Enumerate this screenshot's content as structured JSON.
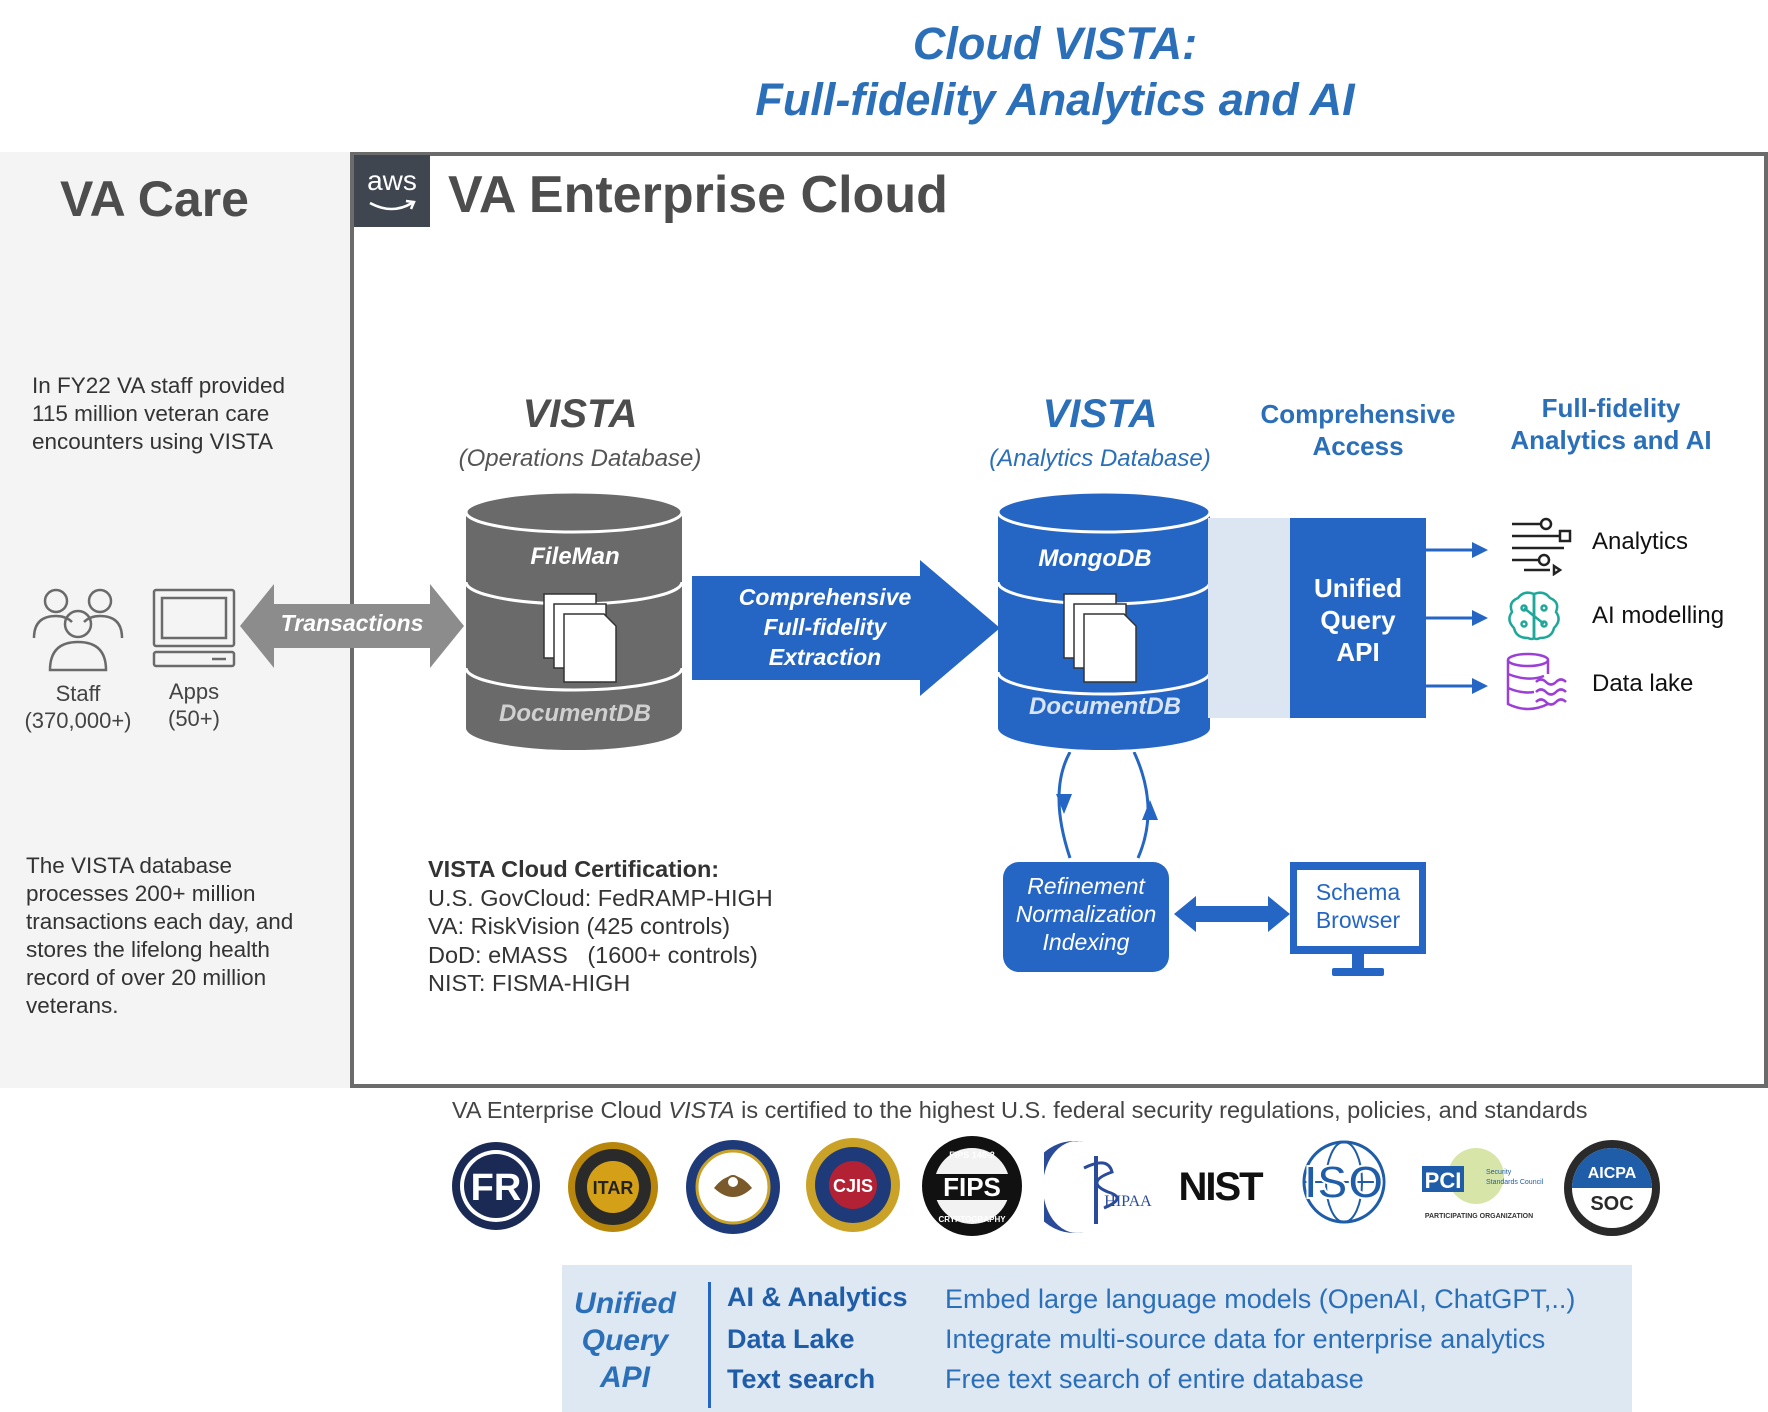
{
  "title": {
    "line1": "Cloud VISTA:",
    "line2": "Full-fidelity Analytics and AI"
  },
  "va_care": {
    "title": "VA Care",
    "stat_text": [
      "In FY22 VA staff provided",
      "115 million veteran care",
      "encounters using VISTA"
    ],
    "staff_label": "Staff",
    "staff_count": "(370,000+)",
    "apps_label": "Apps",
    "apps_count": "(50+)",
    "db_text": [
      "The VISTA database",
      "processes 200+ million",
      "transactions each day, and",
      "stores the lifelong health",
      "record of over 20 million",
      "veterans."
    ]
  },
  "cloud": {
    "badge": "aws",
    "title": "VA Enterprise Cloud"
  },
  "transactions_label": "Transactions",
  "ops_db": {
    "title": "VISTA",
    "subtitle": "(Operations Database)",
    "top_label": "FileMan",
    "bottom_label": "DocumentDB"
  },
  "extraction": [
    "Comprehensive",
    "Full-fidelity",
    "Extraction"
  ],
  "analytics_db": {
    "title": "VISTA",
    "subtitle": "(Analytics Database)",
    "top_label": "MongoDB",
    "bottom_label": "DocumentDB"
  },
  "access_heading": [
    "Comprehensive",
    "Access"
  ],
  "fidelity_heading": [
    "Full-fidelity",
    "Analytics and AI"
  ],
  "uq_api": [
    "Unified",
    "Query",
    "API"
  ],
  "outputs": [
    "Analytics",
    "AI modelling",
    "Data lake"
  ],
  "refinement": [
    "Refinement",
    "Normalization",
    "Indexing"
  ],
  "schema_browser": [
    "Schema",
    "Browser"
  ],
  "certification": {
    "title": "VISTA Cloud Certification:",
    "lines": [
      "U.S. GovCloud: FedRAMP-HIGH",
      "VA: RiskVision (425 controls)",
      "DoD: eMASS   (1600+ controls)",
      "NIST: FISMA-HIGH"
    ]
  },
  "cert_note": {
    "before": "VA Enterprise Cloud ",
    "italic": "VISTA",
    "after": " is certified to the highest U.S. federal security regulations, policies, and standards"
  },
  "logos": {
    "fr": "FR",
    "itar": "ITAR",
    "cjis": "CJIS",
    "fips": "FIPS",
    "fips_top": "FIPS 140-2",
    "fips_bottom": "CRYPTOGRAPHY",
    "hipaa": "HIPAA",
    "nist": "NIST",
    "iso": "ISO",
    "pci": "PCI",
    "pci_sub1": "Security",
    "pci_sub2": "Standards Council",
    "pci_bottom": "PARTICIPATING ORGANIZATION",
    "aicpa": "AICPA",
    "soc": "SOC"
  },
  "api_table": {
    "left": [
      "Unified",
      "Query",
      "API"
    ],
    "rows": [
      {
        "key": "AI & Analytics",
        "value": "Embed large language models (OpenAI, ChatGPT,..)"
      },
      {
        "key": "Data Lake",
        "value": "Integrate multi-source data for enterprise analytics"
      },
      {
        "key": "Text search",
        "value": "Free text search of entire database"
      }
    ]
  },
  "colors": {
    "title_blue": "#2a6fb8",
    "box_blue": "#2566c4",
    "db_gray": "#6a6a6a",
    "light_band": "#dbe6f2"
  }
}
